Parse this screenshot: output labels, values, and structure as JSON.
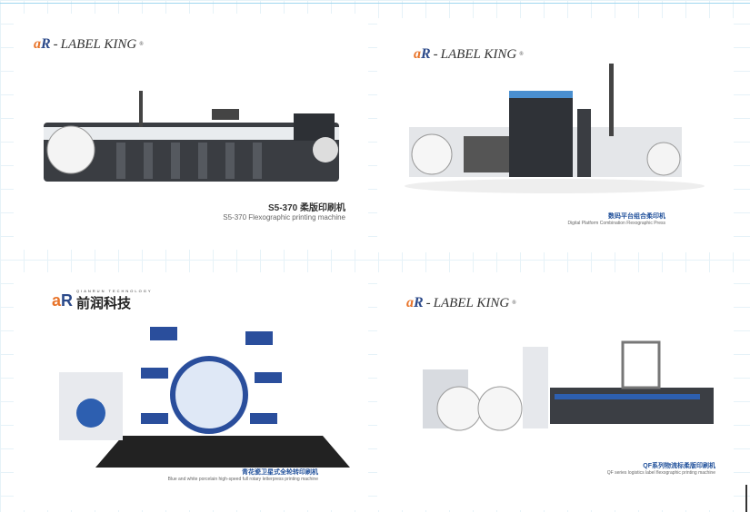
{
  "panels": [
    {
      "logo": "LABEL KING",
      "logo_mark": "AR",
      "caption_cn": "S5-370 柔版印刷机",
      "caption_en": "S5-370 Flexographic printing machine"
    },
    {
      "logo": "LABEL KING",
      "logo_mark": "AR",
      "caption_cn": "数码平台组合柔印机",
      "caption_en": "Digital Platform Combination Flexographic Press"
    },
    {
      "logo_sub": "QIANRUN TECHNOLOGY",
      "logo_cn": "前润科技",
      "logo_mark": "AR",
      "caption_cn": "青花瓷卫星式全轮转印刷机",
      "caption_en": "Blue and white porcelain high-speed full rotary letterpress printing machine"
    },
    {
      "logo": "LABEL KING",
      "logo_mark": "AR",
      "caption_cn": "QF系列物流标柔版印刷机",
      "caption_en": "QF series logistics label flexographic printing machine"
    }
  ],
  "colors": {
    "accent": "#e8742a",
    "brand": "#2c4a8a",
    "grid": "#e6f2f8"
  }
}
